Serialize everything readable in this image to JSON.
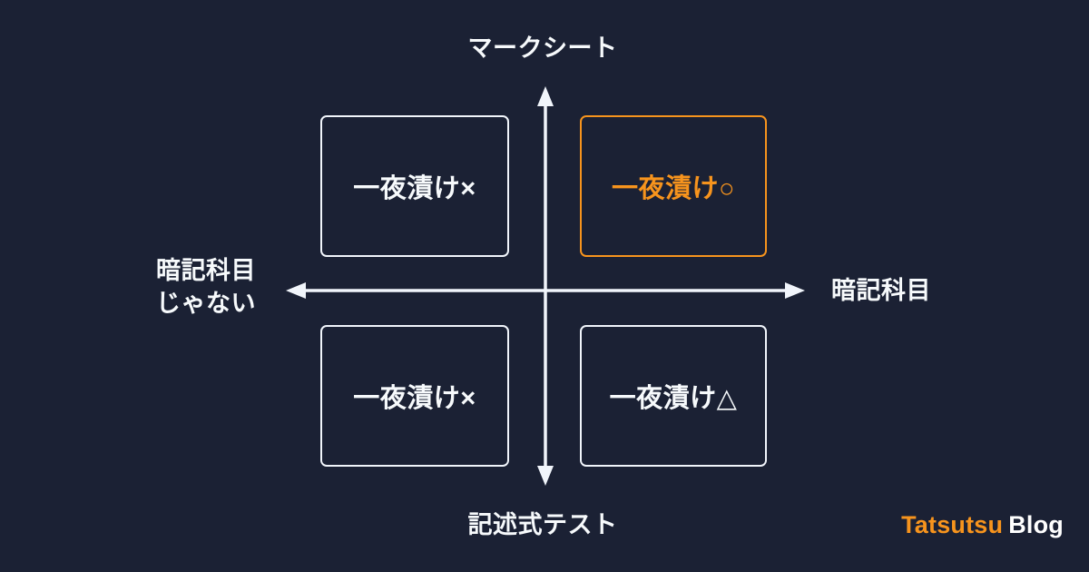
{
  "theme": {
    "background": "#1b2134",
    "foreground": "#f7fafc",
    "accent": "#f7941d",
    "axis": "#f1f5fb"
  },
  "axes": {
    "top_label": "マークシート",
    "bottom_label": "記述式テスト",
    "left_label_line1": "暗記科目",
    "left_label_line2": "じゃない",
    "right_label": "暗記科目"
  },
  "quadrants": [
    {
      "position": "top-left",
      "label": "一夜漬け×",
      "highlighted": false
    },
    {
      "position": "top-right",
      "label": "一夜漬け○",
      "highlighted": true
    },
    {
      "position": "bottom-left",
      "label": "一夜漬け×",
      "highlighted": false
    },
    {
      "position": "bottom-right",
      "label": "一夜漬け△",
      "highlighted": false
    }
  ],
  "brand": {
    "primary": "Tatsutsu",
    "secondary": "Blog"
  },
  "chart_data": {
    "type": "scatter",
    "title": "",
    "xlabel": "暗記科目じゃない ↔ 暗記科目",
    "ylabel": "記述式テスト ↔ マークシート",
    "x_axis": {
      "negative_label": "暗記科目じゃない",
      "positive_label": "暗記科目"
    },
    "y_axis": {
      "negative_label": "記述式テスト",
      "positive_label": "マークシート"
    },
    "grid": false,
    "legend": "none",
    "points": [
      {
        "label": "一夜漬け×",
        "x": -1,
        "y": 1,
        "highlighted": false
      },
      {
        "label": "一夜漬け○",
        "x": 1,
        "y": 1,
        "highlighted": true
      },
      {
        "label": "一夜漬け×",
        "x": -1,
        "y": -1,
        "highlighted": false
      },
      {
        "label": "一夜漬け△",
        "x": 1,
        "y": -1,
        "highlighted": false
      }
    ]
  }
}
